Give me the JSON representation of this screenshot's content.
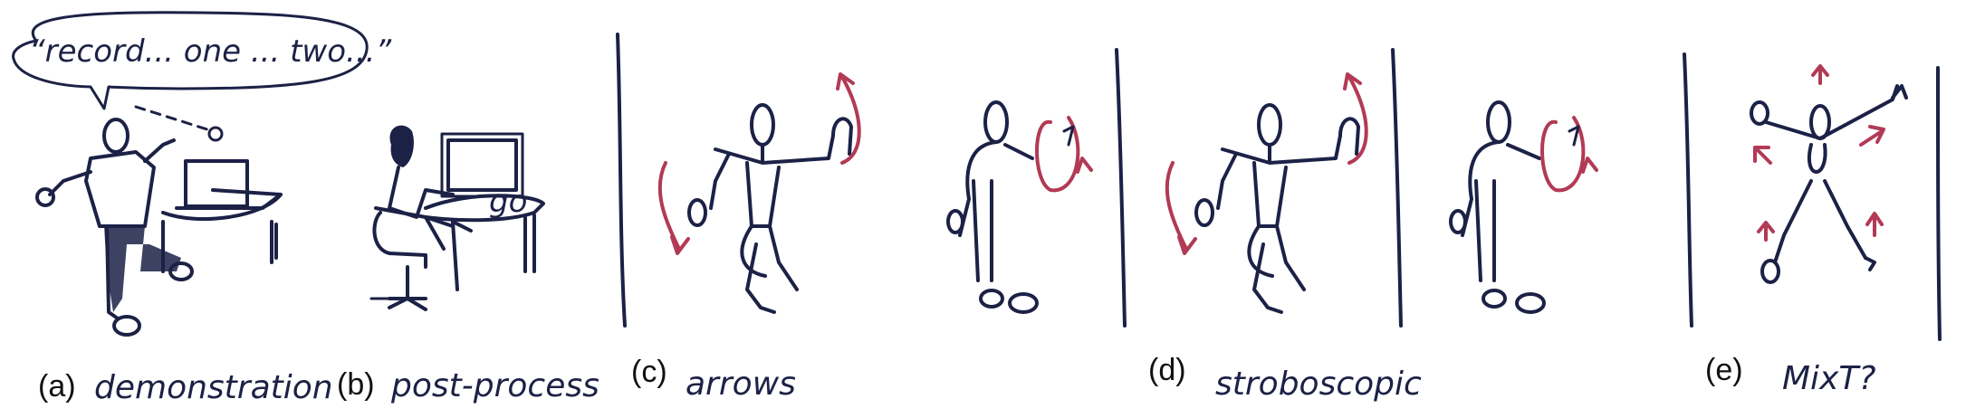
{
  "speech_bubble": "“record... one ... two...”",
  "screen_text": "go",
  "panels": [
    {
      "letter": "(a)",
      "caption": "demonstration"
    },
    {
      "letter": "(b)",
      "caption": "post-process"
    },
    {
      "letter": "(c)",
      "caption": "arrows"
    },
    {
      "letter": "(d)",
      "caption": "stroboscopic"
    },
    {
      "letter": "(e)",
      "caption": "MixT?"
    }
  ],
  "colors": {
    "ink": "#1c2146",
    "motion_arrow": "#b23a55"
  }
}
